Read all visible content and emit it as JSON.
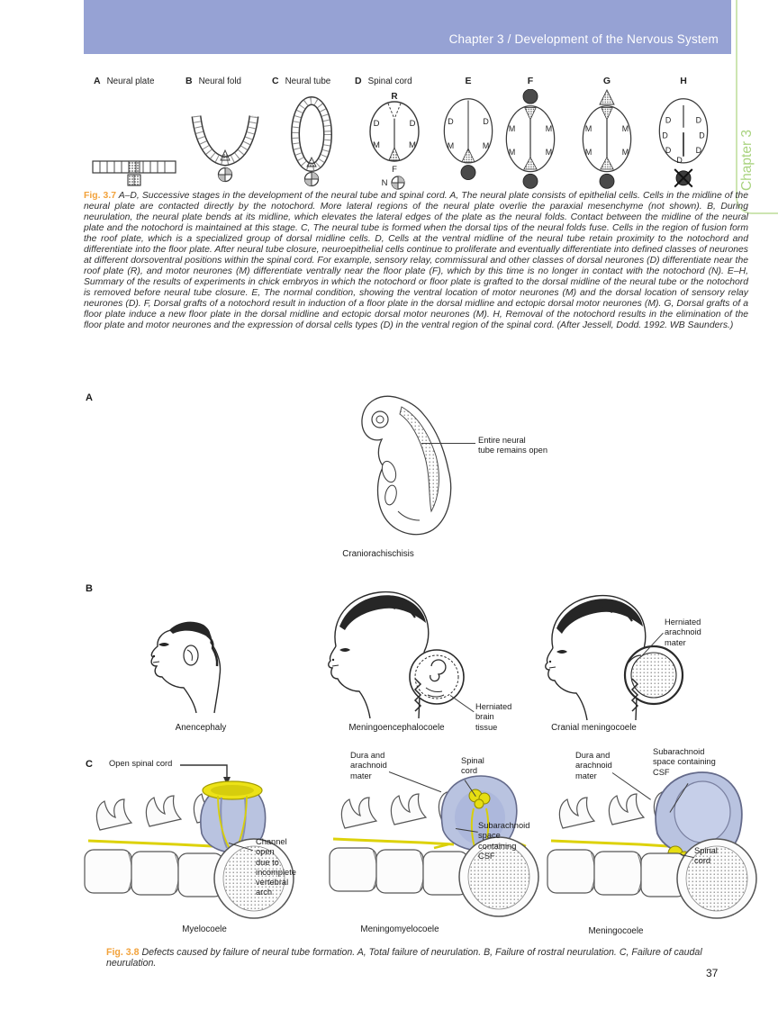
{
  "header": {
    "title": "Chapter 3 / Development of the Nervous System"
  },
  "side_tab": {
    "label": "Chapter 3"
  },
  "colors": {
    "header_bg": "#96a2d4",
    "tab_green": "#a9d37f",
    "fig_label_orange": "#f2a23b",
    "cyst_blue": "#b9c3e0",
    "cord_yellow": "#ece217"
  },
  "fig37": {
    "panels": [
      {
        "letter": "A",
        "title": "Neural plate"
      },
      {
        "letter": "B",
        "title": "Neural fold"
      },
      {
        "letter": "C",
        "title": "Neural tube"
      },
      {
        "letter": "D",
        "title": "Spinal cord"
      },
      {
        "letter": "E",
        "title": ""
      },
      {
        "letter": "F",
        "title": ""
      },
      {
        "letter": "G",
        "title": ""
      },
      {
        "letter": "H",
        "title": ""
      }
    ],
    "letters": {
      "r": "R",
      "d": "D",
      "m": "M",
      "f": "F",
      "n": "N"
    },
    "caption_lead": "Fig. 3.7",
    "caption": "A–D, Successive stages in the development of the neural tube and spinal cord. A, The neural plate consists of epithelial cells. Cells in the midline of the neural plate are contacted directly by the notochord. More lateral regions of the neural plate overlie the paraxial mesenchyme (not shown). B, During neurulation, the neural plate bends at its midline, which elevates the lateral edges of the plate as the neural folds. Contact between the midline of the neural plate and the notochord is maintained at this stage. C, The neural tube is formed when the dorsal tips of the neural folds fuse. Cells in the region of fusion form the roof plate, which is a specialized group of dorsal midline cells. D, Cells at the ventral midline of the neural tube retain proximity to the notochord and differentiate into the floor plate. After neural tube closure, neuroepithelial cells continue to proliferate and eventually differentiate into defined classes of neurones at different dorsoventral positions within the spinal cord. For example, sensory relay, commissural and other classes of dorsal neurones (D) differentiate near the roof plate (R), and motor neurones (M) differentiate ventrally near the floor plate (F), which by this time is no longer in contact with the notochord (N). E–H, Summary of the results of experiments in chick embryos in which the notochord or floor plate is grafted to the dorsal midline of the neural tube or the notochord is removed before neural tube closure. E, The normal condition, showing the ventral location of motor neurones (M) and the dorsal location of sensory relay neurones (D). F, Dorsal grafts of a notochord result in induction of a floor plate in the dorsal midline and ectopic dorsal motor neurones (M). G, Dorsal grafts of a floor plate induce a new floor plate in the dorsal midline and ectopic dorsal motor neurones (M). H, Removal of the notochord results in the elimination of the floor plate and motor neurones and the expression of dorsal cells types (D) in the ventral region of the spinal cord. (After Jessell, Dodd. 1992. WB Saunders.)"
  },
  "fig38": {
    "caption_lead": "Fig. 3.8",
    "caption": "Defects caused by failure of neural tube formation. A, Total failure of neurulation. B, Failure of rostral neurulation. C, Failure of caudal neurulation.",
    "panelA": {
      "letter": "A",
      "annotation": "Entire neural\ntube remains open",
      "caption": "Craniorachischisis"
    },
    "panelB": {
      "letter": "B",
      "items": [
        {
          "caption": "Anencephaly"
        },
        {
          "caption": "Meningoencephalocoele",
          "annotation": "Herniated\nbrain\ntissue"
        },
        {
          "caption": "Cranial meningocoele",
          "annotation": "Herniated\narachnoid\nmater"
        }
      ]
    },
    "panelC": {
      "letter": "C",
      "lead_label": "Open spinal cord",
      "items": [
        {
          "caption": "Myelocoele",
          "ann1": "Channel\nopen\ndue to\nincomplete\nvertebral\narch"
        },
        {
          "caption": "Meningomyelocoele",
          "ann1": "Dura and\narachnoid\nmater",
          "ann2": "Spinal\ncord",
          "ann3": "Subarachnoid\nspace\ncontaining\nCSF"
        },
        {
          "caption": "Meningocoele",
          "ann1": "Dura and\narachnoid\nmater",
          "ann2": "Subarachnoid\nspace containing\nCSF",
          "ann3": "Spinal\ncord"
        }
      ]
    }
  },
  "page_number": "37"
}
